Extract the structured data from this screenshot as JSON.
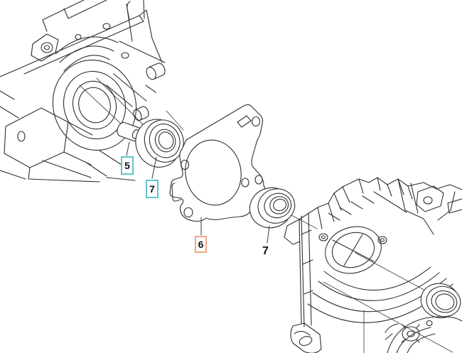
{
  "diagram": {
    "background_color": "#ffffff",
    "line_color": "#2f2f2f",
    "accent_teal": "#5fc6c9",
    "accent_orange": "#efa984"
  },
  "callouts": {
    "c5": {
      "label": "5",
      "style": "boxed",
      "border_color": "#5fc6c9"
    },
    "c7_upper": {
      "label": "7",
      "style": "boxed",
      "border_color": "#5fc6c9"
    },
    "c6": {
      "label": "6",
      "style": "boxed",
      "border_color": "#efa984"
    },
    "c7_lower": {
      "label": "7",
      "style": "plain"
    }
  }
}
